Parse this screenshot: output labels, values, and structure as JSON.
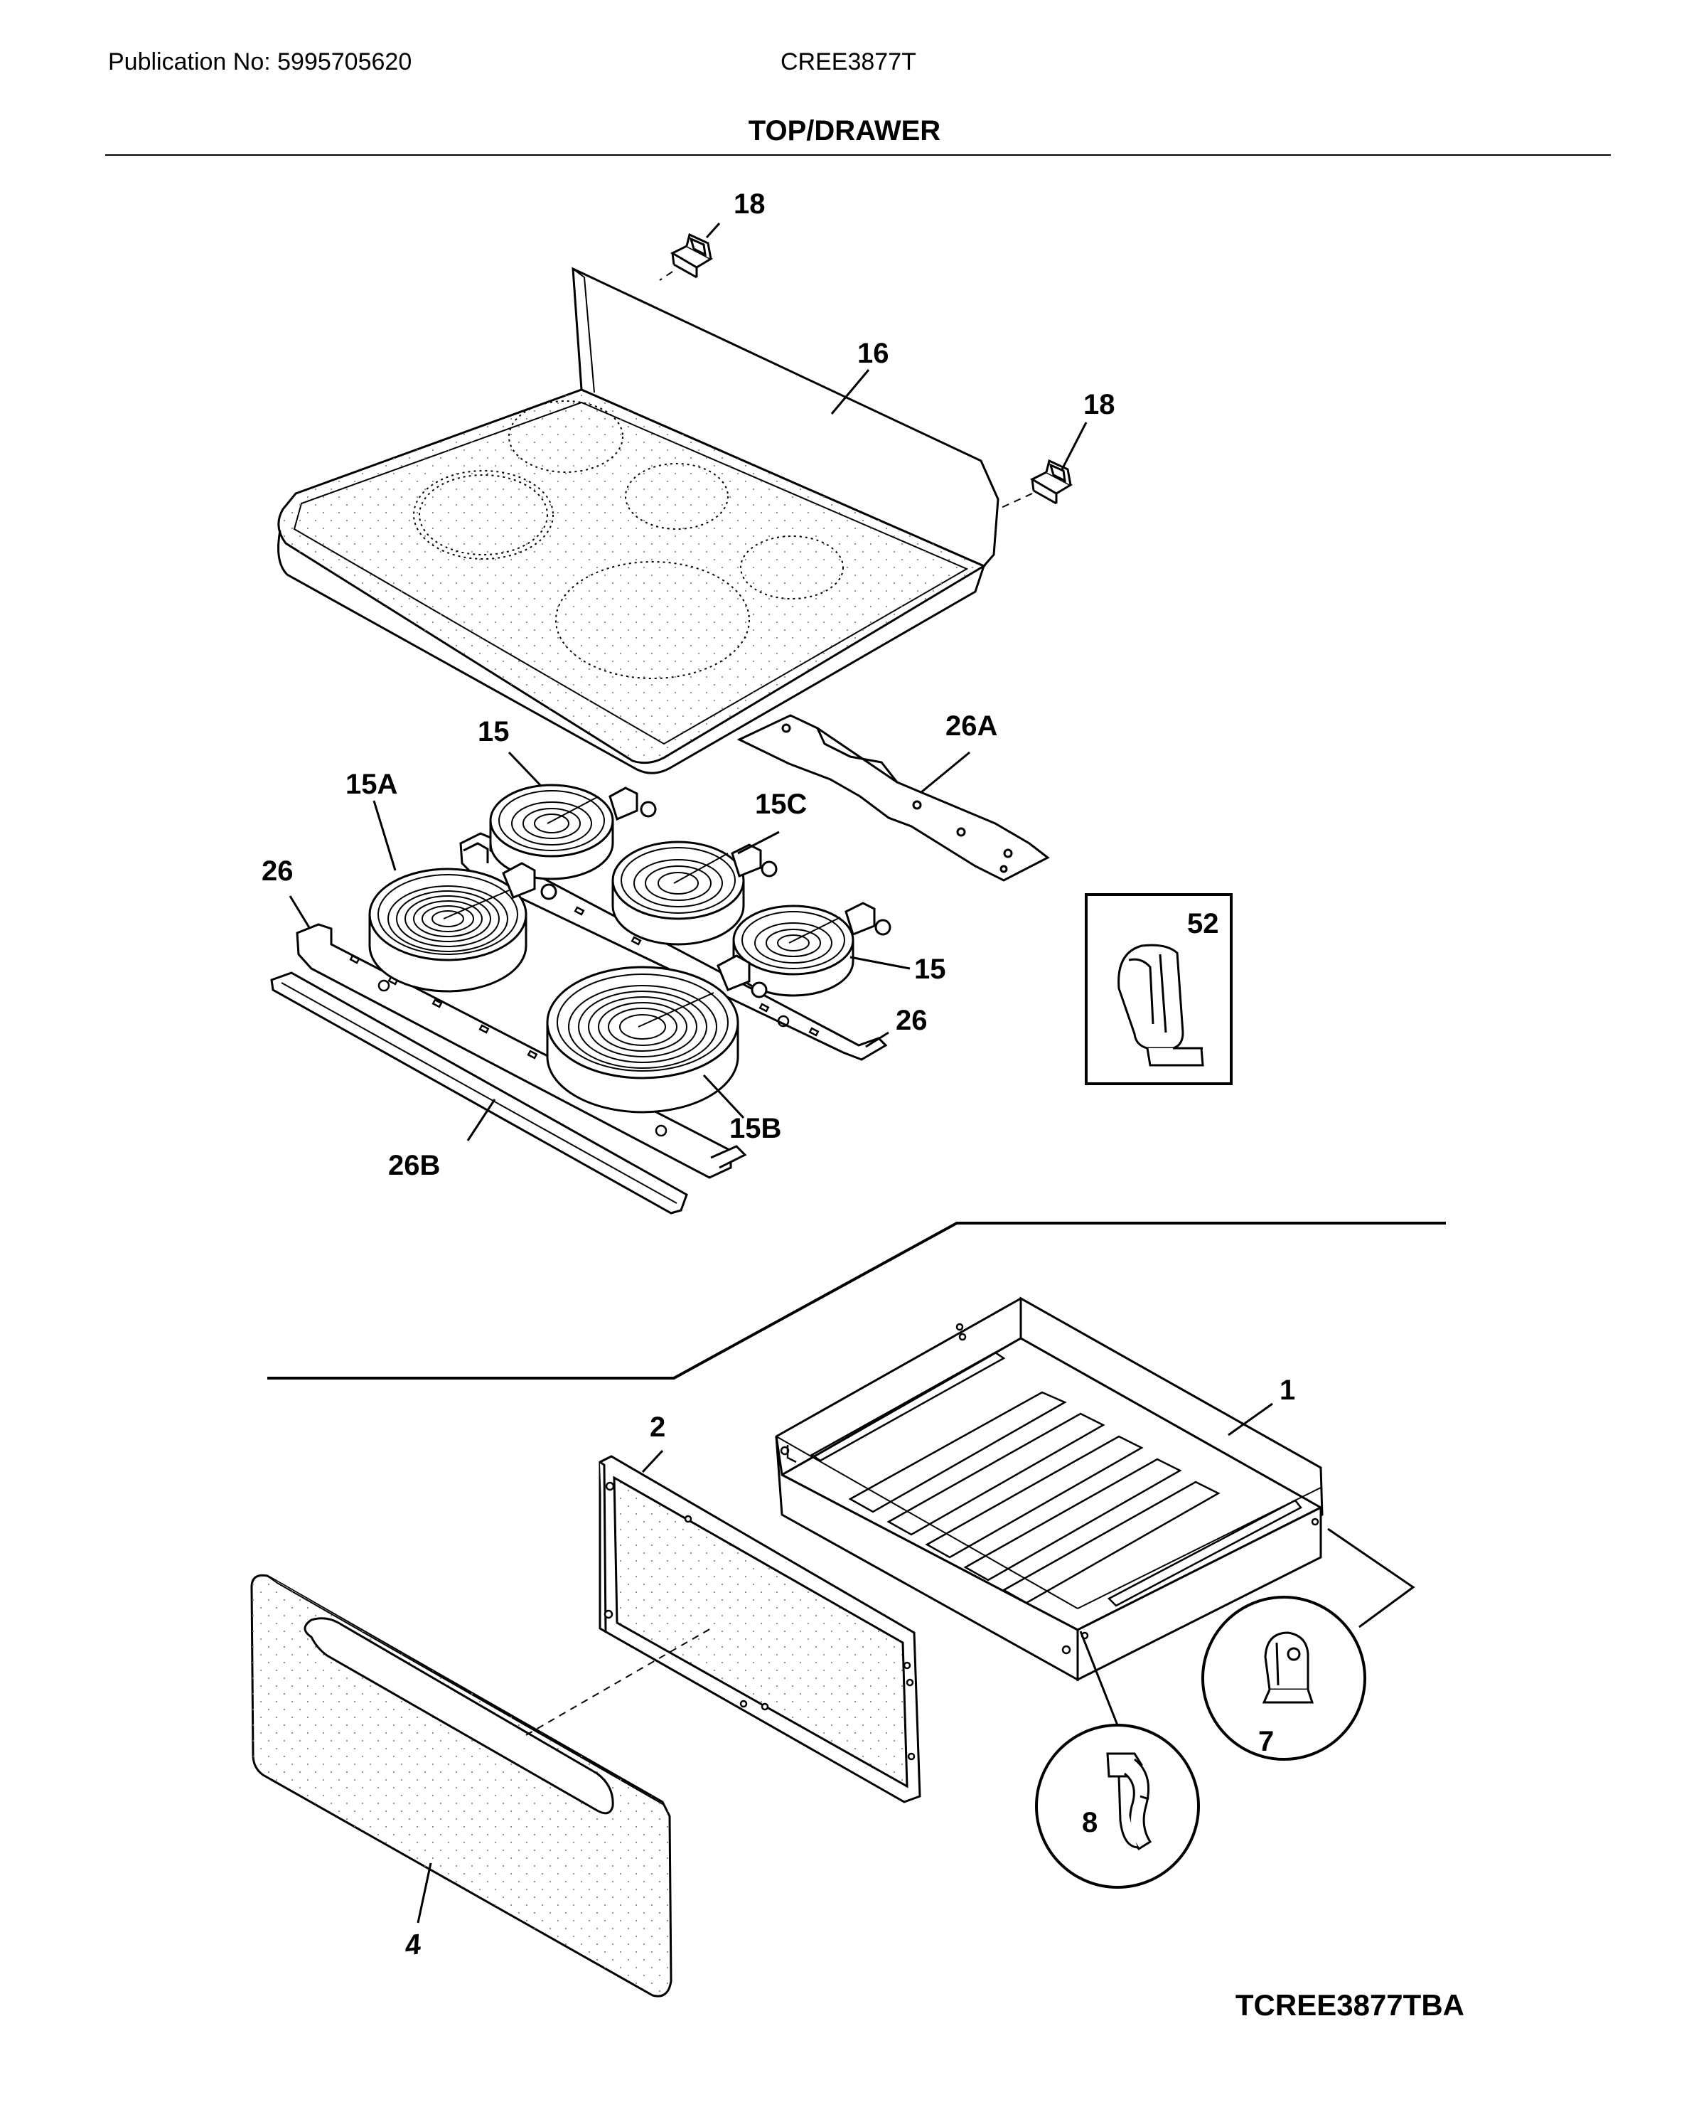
{
  "header": {
    "publication": "Publication No: 5995705620",
    "model": "CREE3877T",
    "section": "TOP/DRAWER"
  },
  "callouts": {
    "c18a": "18",
    "c16": "16",
    "c18b": "18",
    "c15a": "15",
    "c26a": "26A",
    "c15A": "15A",
    "c15C": "15C",
    "c26l": "26",
    "c52": "52",
    "c15b": "15",
    "c26r": "26",
    "c15B": "15B",
    "c26B": "26B",
    "c1": "1",
    "c2": "2",
    "c7": "7",
    "c8": "8",
    "c4": "4"
  },
  "footer": {
    "drawing_no": "TCREE3877TBA"
  }
}
